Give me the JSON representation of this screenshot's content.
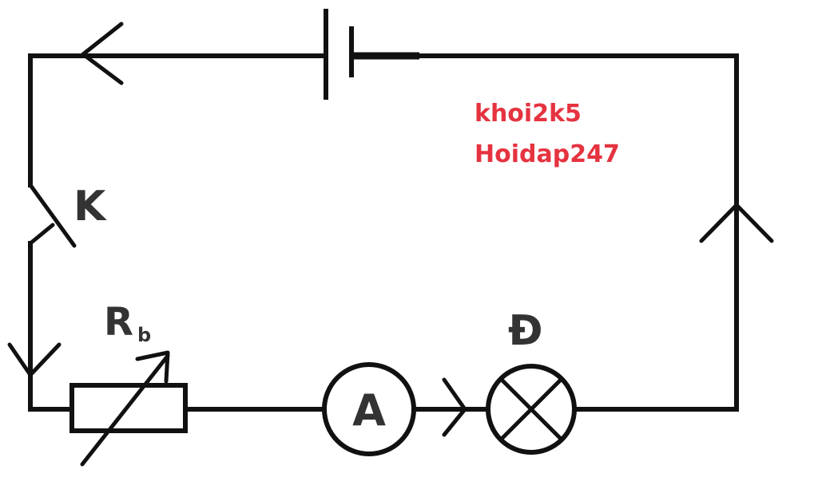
{
  "labels": {
    "switch": "K",
    "rheostat_main": "R",
    "rheostat_sub": "b",
    "ammeter": "A",
    "lamp": "Đ"
  },
  "watermark": {
    "line1": "khoi2k5",
    "line2": "Hoidap247",
    "color": "#e53340"
  },
  "colors": {
    "wire": "#111111",
    "label": "#333333",
    "background": "#ffffff"
  }
}
